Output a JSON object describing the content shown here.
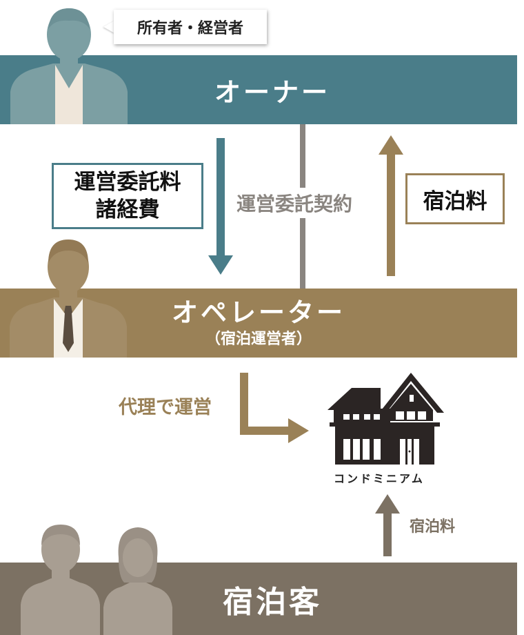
{
  "owner": {
    "title": "オーナー",
    "bubble": "所有者・経営者"
  },
  "operator": {
    "title": "オペレーター",
    "subtitle": "（宿泊運営者）"
  },
  "guest": {
    "title": "宿泊客"
  },
  "flows": {
    "fee_line1": "運営委託料",
    "fee_line2": "諸経費",
    "contract": "運営委託契約",
    "stay_fee": "宿泊料",
    "proxy": "代理で運営",
    "guest_stay_fee": "宿泊料"
  },
  "condo": {
    "label": "コンドミニアム"
  },
  "colors": {
    "owner": "#4a7d89",
    "operator": "#9a8157",
    "guest": "#7c7163",
    "contract_line": "#8a8580",
    "house": "#2b2524"
  },
  "icons": [
    "owner-person-icon",
    "operator-person-icon",
    "guest-man-icon",
    "guest-woman-icon",
    "condominium-icon"
  ]
}
